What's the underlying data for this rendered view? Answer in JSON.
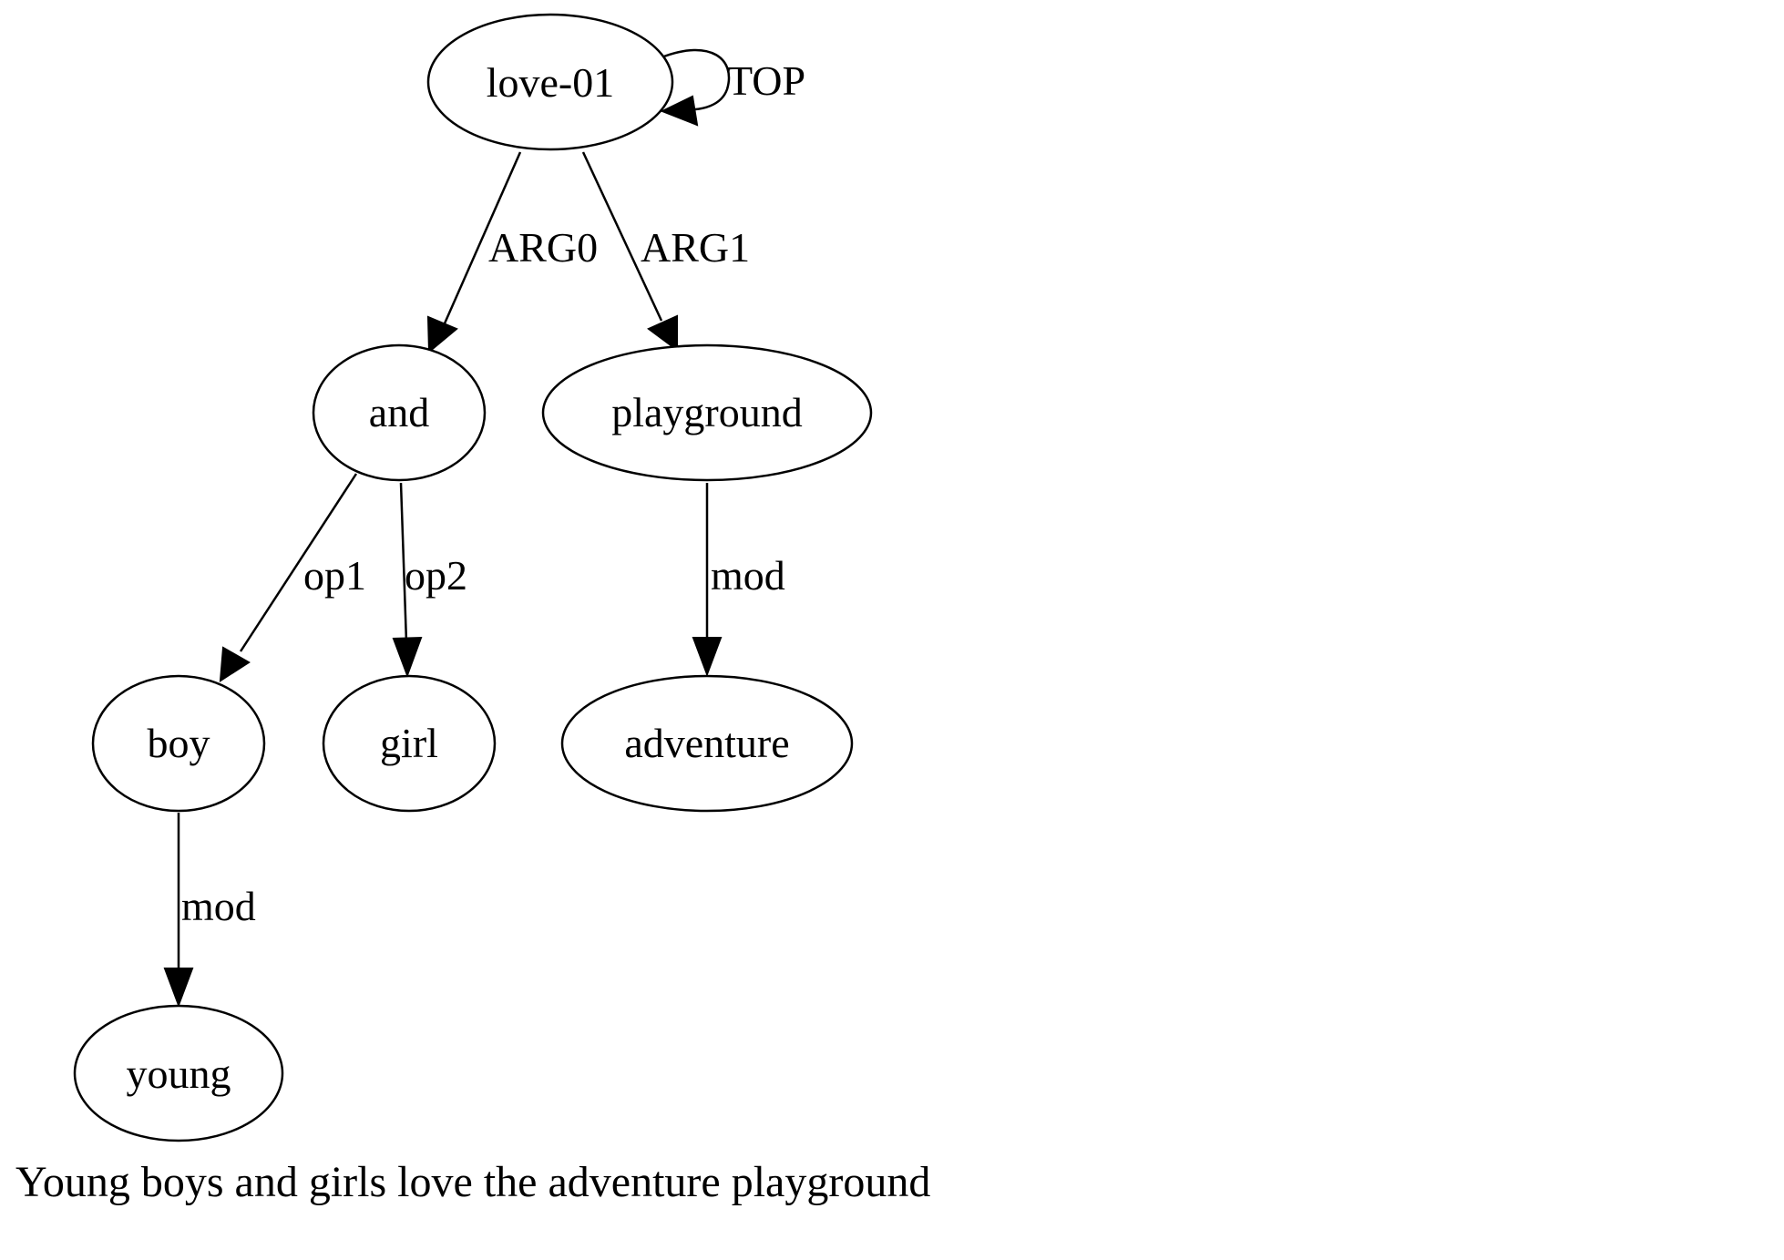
{
  "graph": {
    "nodes": [
      {
        "id": "love-01",
        "label": "love-01"
      },
      {
        "id": "and",
        "label": "and"
      },
      {
        "id": "playground",
        "label": "playground"
      },
      {
        "id": "boy",
        "label": "boy"
      },
      {
        "id": "girl",
        "label": "girl"
      },
      {
        "id": "adventure",
        "label": "adventure"
      },
      {
        "id": "young",
        "label": "young"
      }
    ],
    "edges": [
      {
        "id": "top",
        "from": "love-01",
        "to": "love-01",
        "label": "TOP"
      },
      {
        "id": "arg0",
        "from": "love-01",
        "to": "and",
        "label": "ARG0"
      },
      {
        "id": "arg1",
        "from": "love-01",
        "to": "playground",
        "label": "ARG1"
      },
      {
        "id": "op1",
        "from": "and",
        "to": "boy",
        "label": "op1"
      },
      {
        "id": "op2",
        "from": "and",
        "to": "girl",
        "label": "op2"
      },
      {
        "id": "mod-playground",
        "from": "playground",
        "to": "adventure",
        "label": "mod"
      },
      {
        "id": "mod-boy",
        "from": "boy",
        "to": "young",
        "label": "mod"
      }
    ]
  },
  "caption": "Young boys and girls love the adventure playground"
}
